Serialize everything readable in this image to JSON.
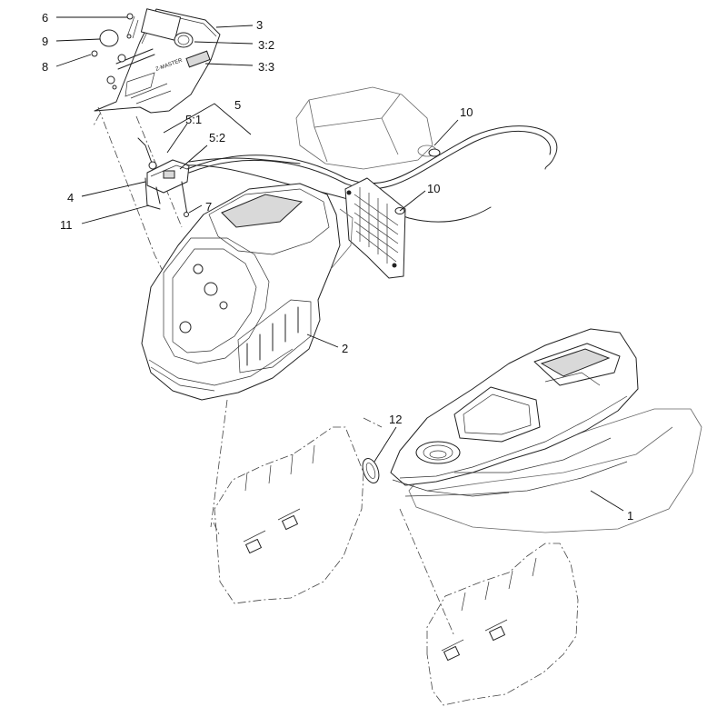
{
  "callouts": [
    {
      "id": "c1",
      "label": "1"
    },
    {
      "id": "c2",
      "label": "2"
    },
    {
      "id": "c3",
      "label": "3"
    },
    {
      "id": "c3_2",
      "label": "3:2"
    },
    {
      "id": "c3_3",
      "label": "3:3"
    },
    {
      "id": "c4",
      "label": "4"
    },
    {
      "id": "c5",
      "label": "5"
    },
    {
      "id": "c5_1",
      "label": "5:1"
    },
    {
      "id": "c5_2",
      "label": "5:2"
    },
    {
      "id": "c6",
      "label": "6"
    },
    {
      "id": "c7",
      "label": "7"
    },
    {
      "id": "c8",
      "label": "8"
    },
    {
      "id": "c9",
      "label": "9"
    },
    {
      "id": "c10a",
      "label": "10"
    },
    {
      "id": "c10b",
      "label": "10"
    },
    {
      "id": "c11",
      "label": "11"
    },
    {
      "id": "c12",
      "label": "12"
    }
  ]
}
